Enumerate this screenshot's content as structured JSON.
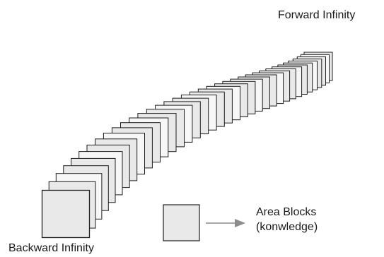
{
  "labels": {
    "forward": "Forward Infinity",
    "backward": "Backward Infinity",
    "legend_line1": "Area Blocks",
    "legend_line2": "(konwledge)"
  },
  "colors": {
    "block_fill": "#e9e9e9",
    "block_fill_alt": "#f7f7f7",
    "block_stroke": "#1e1e1e",
    "arrow": "#8c8c8c",
    "text": "#1a1a1a"
  },
  "block_count": 37
}
